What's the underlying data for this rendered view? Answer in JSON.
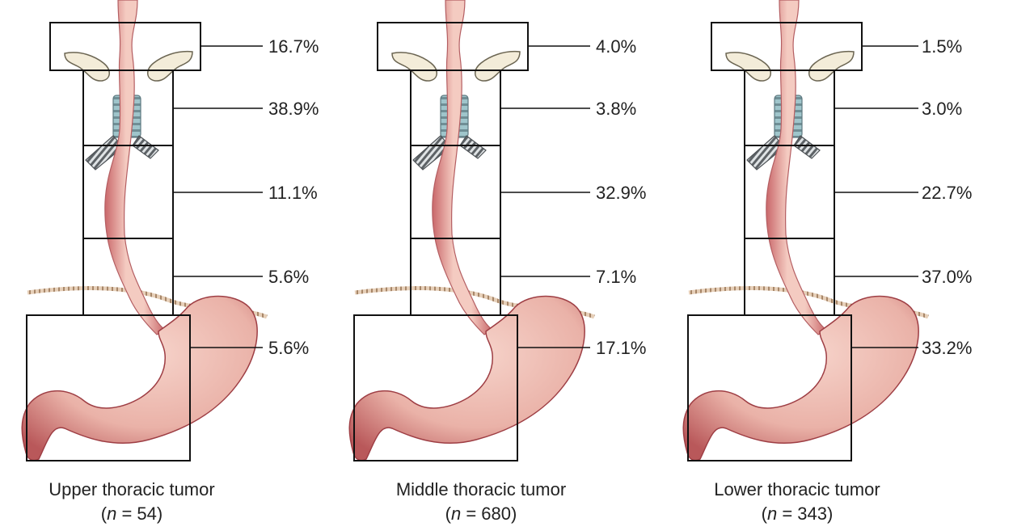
{
  "colors": {
    "tissue": "#f2c2b8",
    "tissue_shadow": "#c66a64",
    "tissue_dark": "#a9444a",
    "trachea": "#9ec3c9",
    "bronchus": "#8a8f94",
    "bone": "#f2ead6",
    "diaphragm": "#c9a58a",
    "line": "#111111",
    "text": "#222222"
  },
  "panels": [
    {
      "caption": "Upper thoracic tumor",
      "n_prefix": "(",
      "n_symbol": "n",
      "n_text": " = 54)",
      "n_value": 54,
      "percentages": [
        {
          "region": "cervical",
          "label": "16.7%",
          "value": 16.7
        },
        {
          "region": "upper-thoracic",
          "label": "38.9%",
          "value": 38.9
        },
        {
          "region": "middle-thoracic",
          "label": "11.1%",
          "value": 11.1
        },
        {
          "region": "lower-thoracic",
          "label": "5.6%",
          "value": 5.6
        },
        {
          "region": "abdominal",
          "label": "5.6%",
          "value": 5.6
        }
      ]
    },
    {
      "caption": "Middle thoracic tumor",
      "n_prefix": "(",
      "n_symbol": "n",
      "n_text": " = 680)",
      "n_value": 680,
      "percentages": [
        {
          "region": "cervical",
          "label": "4.0%",
          "value": 4.0
        },
        {
          "region": "upper-thoracic",
          "label": "3.8%",
          "value": 3.8
        },
        {
          "region": "middle-thoracic",
          "label": "32.9%",
          "value": 32.9
        },
        {
          "region": "lower-thoracic",
          "label": "7.1%",
          "value": 7.1
        },
        {
          "region": "abdominal",
          "label": "17.1%",
          "value": 17.1
        }
      ]
    },
    {
      "caption": "Lower thoracic tumor",
      "n_prefix": "(",
      "n_symbol": "n",
      "n_text": " = 343)",
      "n_value": 343,
      "percentages": [
        {
          "region": "cervical",
          "label": "1.5%",
          "value": 1.5
        },
        {
          "region": "upper-thoracic",
          "label": "3.0%",
          "value": 3.0
        },
        {
          "region": "middle-thoracic",
          "label": "22.7%",
          "value": 22.7
        },
        {
          "region": "lower-thoracic",
          "label": "37.0%",
          "value": 37.0
        },
        {
          "region": "abdominal",
          "label": "33.2%",
          "value": 33.2
        }
      ]
    }
  ]
}
